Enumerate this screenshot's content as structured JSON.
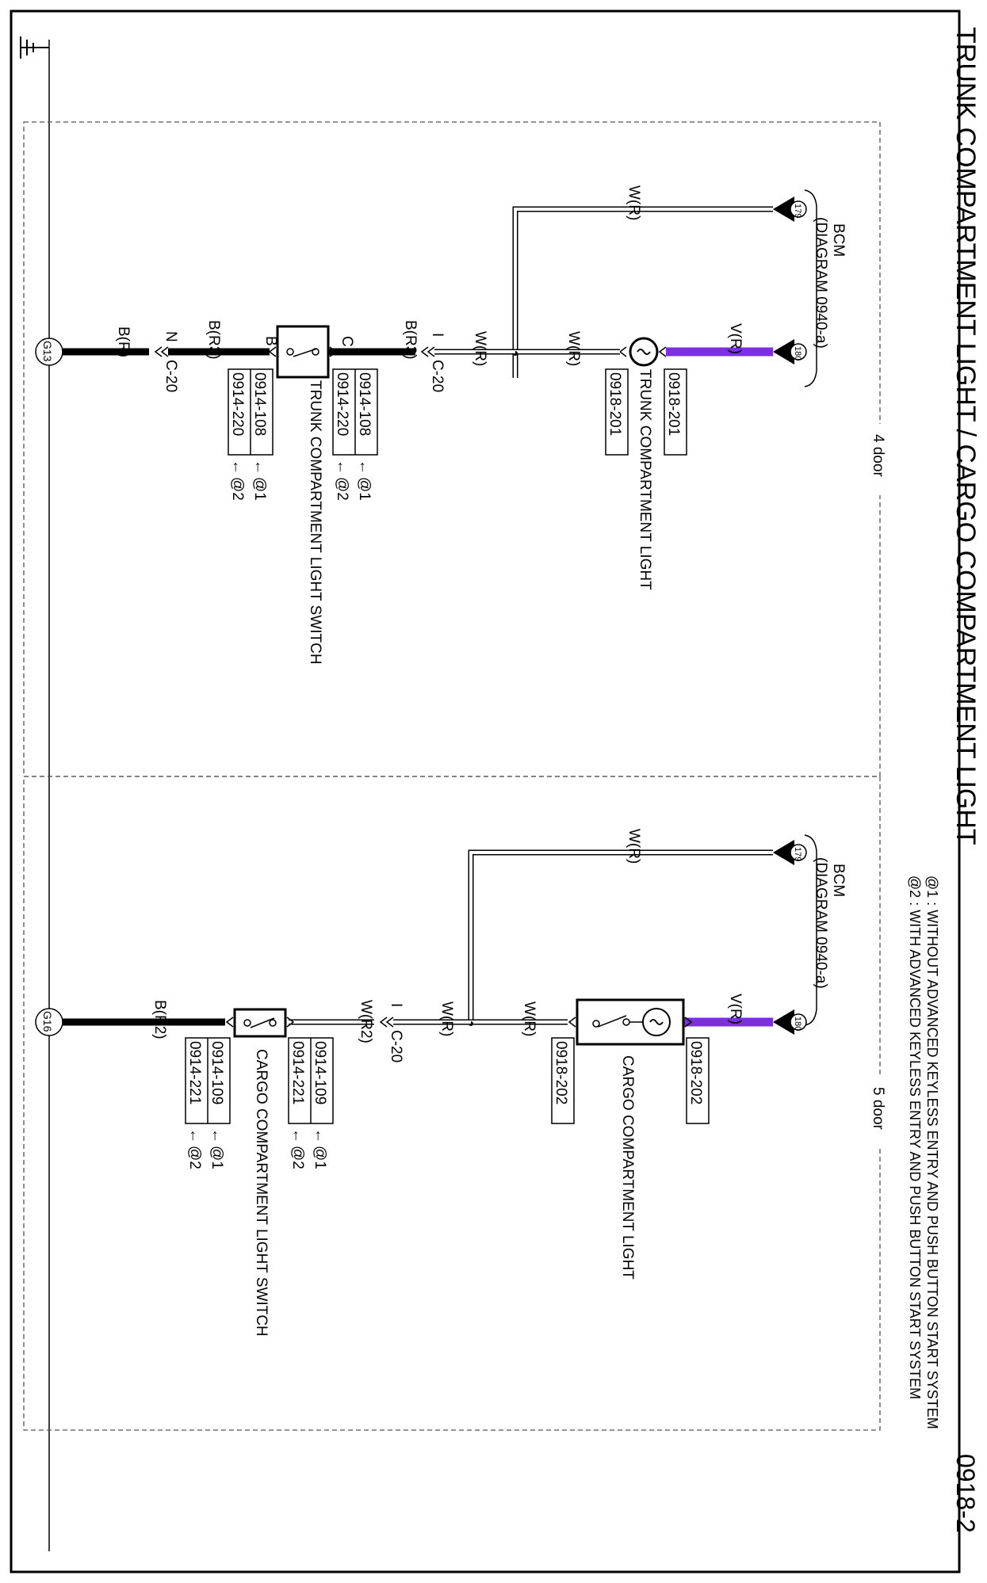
{
  "title": "TRUNK COMPARTMENT LIGHT / CARGO COMPARTMENT LIGHT",
  "page_code": "0918-2",
  "notes": [
    "@1 : WITHOUT ADVANCED KEYLESS ENTRY AND PUSH BUTTON START SYSTEM",
    "@2 : WITH ADVANCED KEYLESS ENTRY AND PUSH BUTTON START SYSTEM"
  ],
  "ground_symbol": "ground-icon",
  "colors": {
    "frame": "#000000",
    "violet_wire": "#7b2fe0",
    "section_border": "#555555"
  },
  "four_door": {
    "section_label": "4 door",
    "bcm_label": "BCM",
    "bcm_diagram": "(DIAGRAM  0940-a)",
    "terminal_179": "179",
    "terminal_180": "180",
    "wire_wr_top": "W(R)",
    "wire_vr": "V(R)",
    "wire_wr_mid": "W(R)",
    "wire_wr_lower": "W(R)",
    "wire_br3_upper": "B(R3)",
    "wire_br3_lower": "B(R3)",
    "wire_br": "B(R)",
    "joint_i": "I",
    "joint_n": "N",
    "conn_c20_a": "C-20",
    "conn_c20_b": "C-20",
    "pin_c": "C",
    "pin_b": "B",
    "ground": "G13",
    "light_label": "TRUNK COMPARTMENT LIGHT",
    "light_codes_a": "0918-201",
    "light_codes_b": "0918-201",
    "switch_label": "TRUNK COMPARTMENT LIGHT SWITCH",
    "switch_codes_top": [
      "0914-108",
      "0914-220"
    ],
    "switch_codes_bottom": [
      "0914-108",
      "0914-220"
    ],
    "opt_1": "@1",
    "opt_2": "@2"
  },
  "five_door": {
    "section_label": "5 door",
    "bcm_label": "BCM",
    "bcm_diagram": "(DIAGRAM  0940-a)",
    "terminal_179": "179",
    "terminal_180": "180",
    "wire_wr_top": "W(R)",
    "wire_vr": "V(R)",
    "wire_wr_mid": "W(R)",
    "wire_wr_lower": "W(R)",
    "wire_wr2": "W(R2)",
    "wire_br2": "B(R2)",
    "joint_i": "I",
    "conn_c20": "C-20",
    "ground": "G16",
    "light_label": "CARGO COMPARTMENT LIGHT",
    "light_codes_a": "0918-202",
    "light_codes_b": "0918-202",
    "switch_label": "CARGO COMPARTMENT LIGHT SWITCH",
    "switch_codes_top": [
      "0914-109",
      "0914-221"
    ],
    "switch_codes_bottom": [
      "0914-109",
      "0914-221"
    ],
    "opt_1": "@1",
    "opt_2": "@2"
  }
}
